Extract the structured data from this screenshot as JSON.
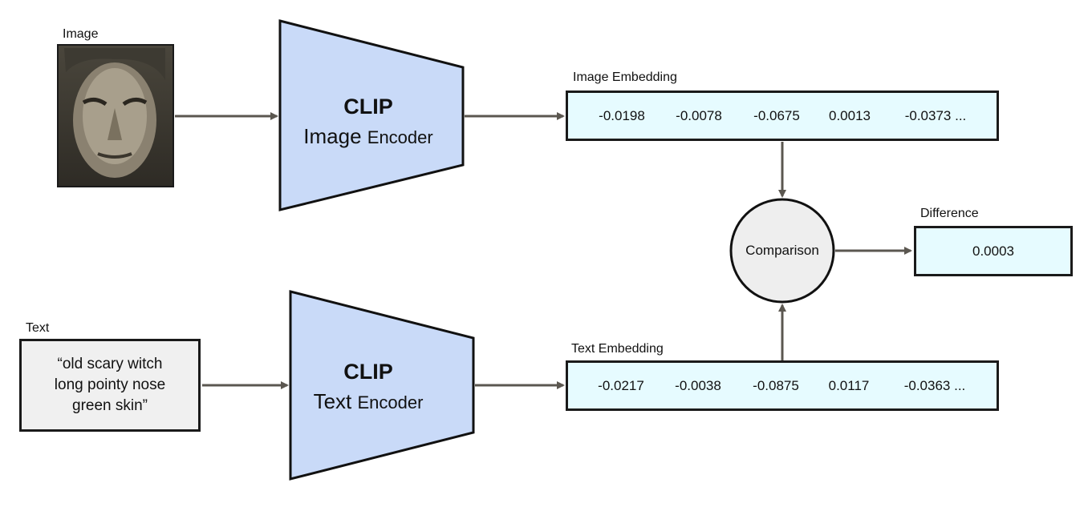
{
  "image_input": {
    "label": "Image",
    "alt": "witch face portrait"
  },
  "text_input": {
    "label": "Text",
    "lines": [
      "“old scary witch",
      "long pointy nose",
      "green skin”"
    ]
  },
  "image_encoder": {
    "title": "CLIP",
    "word": "Image",
    "suffix": "Encoder"
  },
  "text_encoder": {
    "title": "CLIP",
    "word": "Text",
    "suffix": "Encoder"
  },
  "image_embedding": {
    "label": "Image Embedding",
    "values": [
      "-0.0198",
      "-0.0078",
      "-0.0675",
      "0.0013",
      "-0.0373 ..."
    ]
  },
  "text_embedding": {
    "label": "Text Embedding",
    "values": [
      "-0.0217",
      "-0.0038",
      "-0.0875",
      "0.0117",
      "-0.0363 ..."
    ]
  },
  "comparison": {
    "label": "Comparison"
  },
  "difference": {
    "label": "Difference",
    "value": "0.0003"
  },
  "colors": {
    "encoder_fill": "#c9daf8",
    "embedding_fill": "#e6fbff",
    "text_fill": "#f0f0f0",
    "arrow": "#5b5750"
  }
}
